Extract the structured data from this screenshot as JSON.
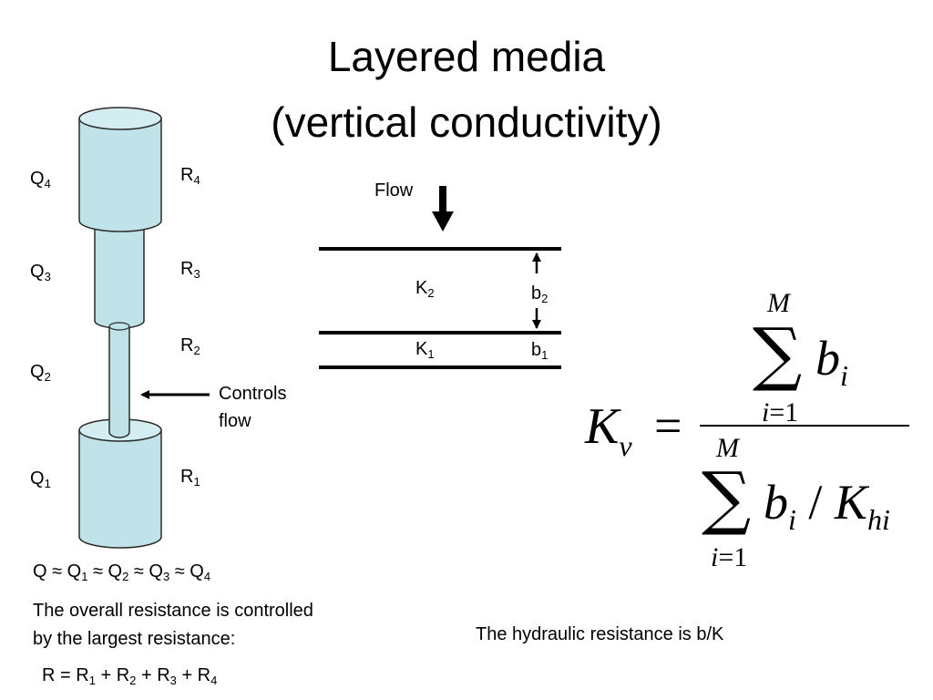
{
  "title": {
    "line1": "Layered media",
    "line2": "(vertical conductivity)"
  },
  "cylinder": {
    "fill_color": "#bfe3e8",
    "stroke_color": "#2b2b2b",
    "flow_labels": [
      {
        "base": "Q",
        "sub": "4"
      },
      {
        "base": "Q",
        "sub": "3"
      },
      {
        "base": "Q",
        "sub": "2"
      },
      {
        "base": "Q",
        "sub": "1"
      }
    ],
    "resistance_labels": [
      {
        "base": "R",
        "sub": "4"
      },
      {
        "base": "R",
        "sub": "3"
      },
      {
        "base": "R",
        "sub": "2"
      },
      {
        "base": "R",
        "sub": "1"
      }
    ],
    "controls_label_line1": "Controls",
    "controls_label_line2": "flow"
  },
  "layers": {
    "flow_label": "Flow",
    "k2": {
      "base": "K",
      "sub": "2"
    },
    "k1": {
      "base": "K",
      "sub": "1"
    },
    "b2": {
      "base": "b",
      "sub": "2"
    },
    "b1": {
      "base": "b",
      "sub": "1"
    }
  },
  "formula": {
    "lhs_base": "K",
    "lhs_sub": "v",
    "equals": "=",
    "sum_symbol": "∑",
    "upper_limit": "M",
    "lower_limit_var": "i",
    "lower_limit_eq": "=1",
    "numerator_term": "b",
    "numerator_sub": "i",
    "denominator_term": "b",
    "denominator_sub": "i",
    "divide": " / ",
    "denominator_k": "K",
    "denominator_k_sub": "hi"
  },
  "flow_equation": {
    "parts": [
      "Q ≈ Q",
      "1",
      " ≈ Q",
      "2",
      " ≈ Q",
      "3",
      " ≈ Q",
      "4"
    ]
  },
  "resistance_text": {
    "line1": "The overall resistance is controlled",
    "line2": "by the largest resistance:"
  },
  "resistance_equation": {
    "parts": [
      "R = R",
      "1",
      " + R",
      "2",
      " + R",
      "3",
      " + R",
      "4"
    ]
  },
  "hydraulic_note": "The hydraulic resistance is b/K"
}
